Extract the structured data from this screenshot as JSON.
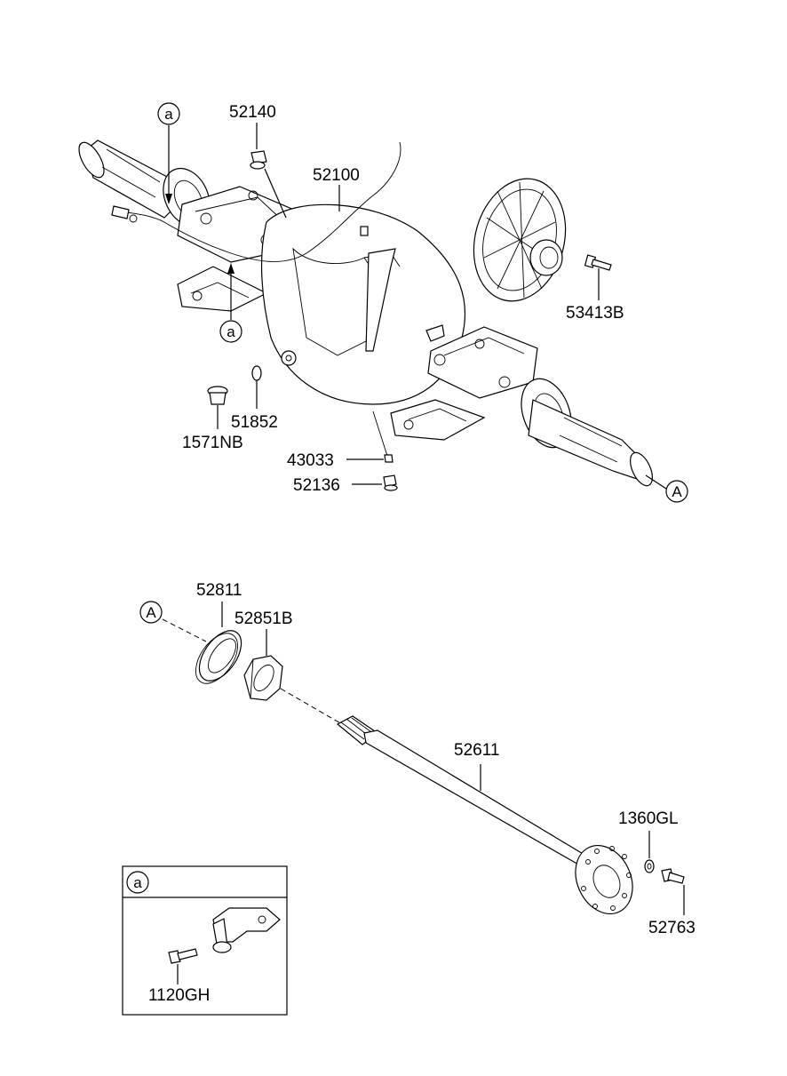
{
  "labels": {
    "p52140": "52140",
    "p52100": "52100",
    "p53413B": "53413B",
    "p51852": "51852",
    "p1571NB": "1571NB",
    "p43033": "43033",
    "p52136": "52136",
    "p52811": "52811",
    "p52851B": "52851B",
    "p52611": "52611",
    "p1360GL": "1360GL",
    "p52763": "52763",
    "p1120GH": "1120GH"
  },
  "callouts": {
    "a_top": "a",
    "a_bottom": "a",
    "A_right": "A",
    "A_left": "A",
    "a_box": "a"
  }
}
